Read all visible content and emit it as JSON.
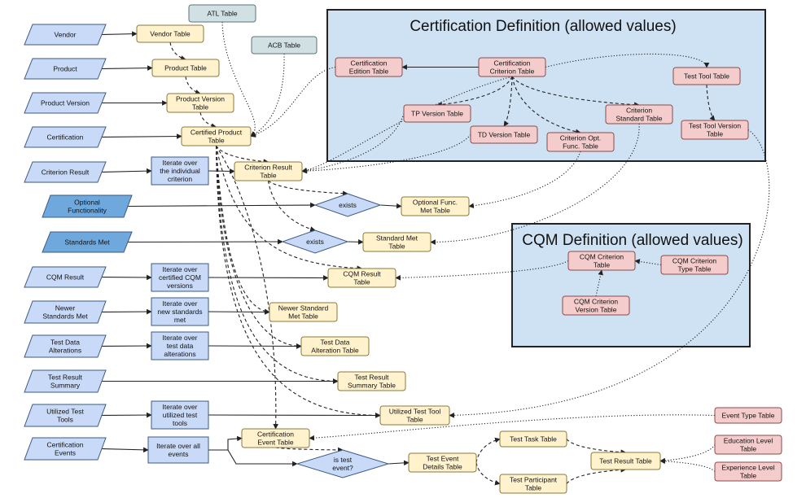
{
  "colors": {
    "input": "#c9daf8",
    "input_dark": "#6fa8dc",
    "process": "#c9daf8",
    "table": "#fff2cc",
    "definition_table": "#f4cccc",
    "org_table": "#d0e0e3",
    "panel": "#cfe2f3",
    "stroke": "#444444"
  },
  "panels": {
    "certification": {
      "title": "Certification Definition (allowed values)"
    },
    "cqm": {
      "title": "CQM Definition (allowed values)"
    }
  },
  "inputs": {
    "vendor": [
      "Vendor"
    ],
    "product": [
      "Product"
    ],
    "product_version": [
      "Product Version"
    ],
    "certification": [
      "Certification"
    ],
    "criterion_result": [
      "Criterion Result"
    ],
    "optional_functionality": [
      "Optional",
      "Functionality"
    ],
    "standards_met": [
      "Standards Met"
    ],
    "cqm_result": [
      "CQM Result"
    ],
    "newer_standards_met": [
      "Newer",
      "Standards Met"
    ],
    "test_data_alterations": [
      "Test Data",
      "Alterations"
    ],
    "test_result_summary": [
      "Test Result",
      "Summary"
    ],
    "utilized_test_tools": [
      "Utilized Test",
      "Tools"
    ],
    "certification_events": [
      "Certification",
      "Events"
    ]
  },
  "processes": {
    "iter_criterion": [
      "Iterate over",
      "the individual",
      "criterion"
    ],
    "iter_cqm": [
      "Iterate over",
      "certified CQM",
      "versions"
    ],
    "iter_standards": [
      "Iterate over",
      "new standards",
      "met"
    ],
    "iter_alterations": [
      "Iterate over",
      "test data",
      "alterations"
    ],
    "iter_tools": [
      "Iterate over",
      "utilized test",
      "tools"
    ],
    "iter_events": [
      "Iterate over all",
      "events"
    ]
  },
  "decisions": {
    "exists_optional": [
      "exists"
    ],
    "exists_standards": [
      "exists"
    ],
    "is_test_event": [
      "is test",
      "event?"
    ]
  },
  "tables": {
    "atl": [
      "ATL Table"
    ],
    "acb": [
      "ACB Table"
    ],
    "vendor": [
      "Vendor Table"
    ],
    "product": [
      "Product Table"
    ],
    "product_version": [
      "Product Version",
      "Table"
    ],
    "certified_product": [
      "Certified Product",
      "Table"
    ],
    "criterion_result": [
      "Criterion Result",
      "Table"
    ],
    "optional_func_met": [
      "Optional Func.",
      "Met Table"
    ],
    "standard_met": [
      "Standard Met",
      "Table"
    ],
    "cqm_result": [
      "CQM Result",
      "Table"
    ],
    "newer_standard_met": [
      "Newer Standard",
      "Met Table"
    ],
    "test_data_alteration": [
      "Test Data",
      "Alteration Table"
    ],
    "test_result_summary": [
      "Test Result",
      "Summary Table"
    ],
    "utilized_test_tool": [
      "Utilized Test Tool",
      "Table"
    ],
    "certification_event": [
      "Certification",
      "Event Table"
    ],
    "test_event_details": [
      "Test Event",
      "Details Table"
    ],
    "test_task": [
      "Test Task Table"
    ],
    "test_participant": [
      "Test Participant",
      "Table"
    ],
    "test_result": [
      "Test Result Table"
    ],
    "event_type": [
      "Event Type Table"
    ],
    "education_level": [
      "Education Level",
      "Table"
    ],
    "experience_level": [
      "Experience Level",
      "Table"
    ],
    "cert_edition": [
      "Certification",
      "Edition Table"
    ],
    "cert_criterion": [
      "Certification",
      "Criterion Table"
    ],
    "test_tool": [
      "Test Tool Table"
    ],
    "tp_version": [
      "TP Version Table"
    ],
    "td_version": [
      "TD Version Table"
    ],
    "criterion_opt_func": [
      "Criterion Opt.",
      "Func. Table"
    ],
    "criterion_standard": [
      "Criterion",
      "Standard Table"
    ],
    "test_tool_version": [
      "Test Tool Version",
      "Table"
    ],
    "cqm_criterion": [
      "CQM Criterion",
      "Table"
    ],
    "cqm_criterion_type": [
      "CQM Criterion",
      "Type Table"
    ],
    "cqm_criterion_version": [
      "CQM Criterion",
      "Version Table"
    ]
  }
}
